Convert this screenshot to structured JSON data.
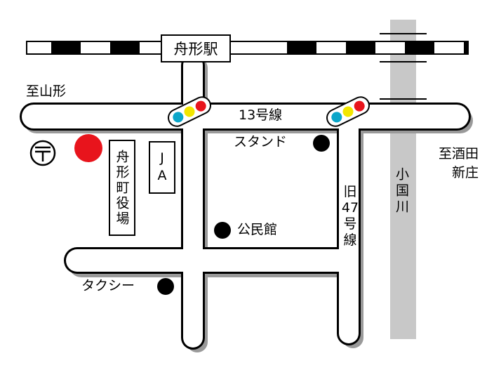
{
  "station": {
    "name": "舟形駅"
  },
  "roads": {
    "route13": "13号線",
    "old47": "旧47号線"
  },
  "river": {
    "name": "小国川"
  },
  "directions": {
    "yamagata": "至山形",
    "sakata_shinjo": "至酒田\n新庄"
  },
  "buildings": {
    "town_office": "舟形町役場",
    "ja": "JA"
  },
  "landmarks": {
    "stand": "スタンド",
    "community_hall": "公民館",
    "taxi": "タクシー"
  },
  "symbols": {
    "post_office": "post-office-icon",
    "destination": "destination-marker",
    "traffic_light": "traffic-light-icon"
  },
  "colors": {
    "destination": "#e8141c",
    "signal_red": "#e8141c",
    "signal_yellow": "#f2e600",
    "signal_blue": "#0aa6c9",
    "river": "#c8c8c8"
  }
}
